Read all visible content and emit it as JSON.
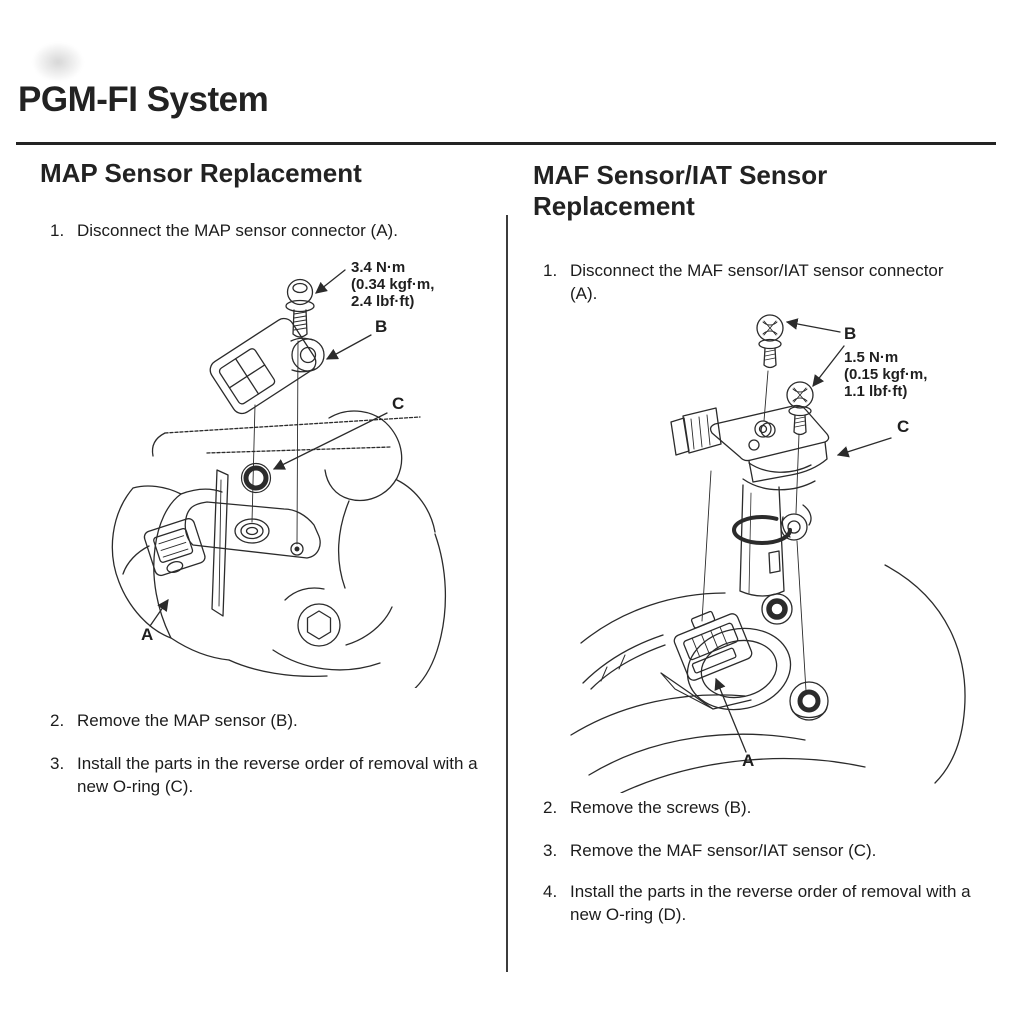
{
  "page": {
    "title": "PGM-FI System"
  },
  "colors": {
    "ink": "#2b2b2b",
    "paper": "#ffffff"
  },
  "left": {
    "heading": "MAP Sensor Replacement",
    "steps": [
      {
        "num": "1.",
        "text": "Disconnect the MAP sensor connector (A)."
      },
      {
        "num": "2.",
        "text": "Remove the MAP sensor (B)."
      },
      {
        "num": "3.",
        "text": "Install the parts in the reverse order of removal with a new O-ring (C)."
      }
    ],
    "diagram": {
      "torque_line1": "3.4 N·m",
      "torque_line2": "(0.34 kgf·m,",
      "torque_line3": "2.4 lbf·ft)",
      "label_a": "A",
      "label_b": "B",
      "label_c": "C"
    }
  },
  "right": {
    "heading": "MAF Sensor/IAT Sensor Replacement",
    "steps": [
      {
        "num": "1.",
        "text": "Disconnect the MAF sensor/IAT sensor connector (A)."
      },
      {
        "num": "2.",
        "text": "Remove the screws (B)."
      },
      {
        "num": "3.",
        "text": "Remove the MAF sensor/IAT sensor (C)."
      },
      {
        "num": "4.",
        "text": "Install the parts in the reverse order of removal with a new O-ring (D)."
      }
    ],
    "diagram": {
      "torque_line1": "1.5 N·m",
      "torque_line2": "(0.15 kgf·m,",
      "torque_line3": "1.1 lbf·ft)",
      "label_a": "A",
      "label_b": "B",
      "label_c": "C"
    }
  }
}
